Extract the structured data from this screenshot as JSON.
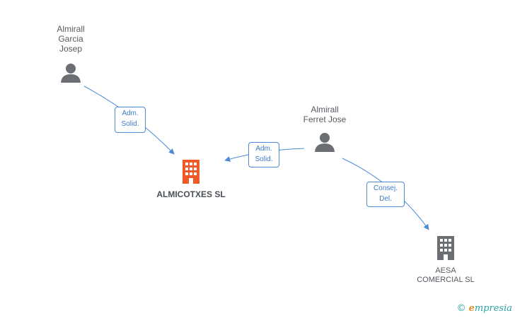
{
  "people": [
    {
      "id": "almirall-garcia",
      "label_lines": [
        "Almirall",
        "Garcia",
        "Josep"
      ]
    },
    {
      "id": "almirall-ferret",
      "label_lines": [
        "Almirall",
        "Ferret Jose"
      ]
    }
  ],
  "companies": [
    {
      "id": "almicotxes",
      "label_lines": [
        "ALMICOTXES SL"
      ],
      "color": "#f05a28",
      "highlight": true
    },
    {
      "id": "aesa",
      "label_lines": [
        "AESA",
        "COMERCIAL SL"
      ],
      "color": "#6b6f74",
      "highlight": false
    }
  ],
  "relations": [
    {
      "from": "almirall-garcia",
      "to": "almicotxes",
      "label_lines": [
        "Adm.",
        "Solid."
      ]
    },
    {
      "from": "almirall-ferret",
      "to": "almicotxes",
      "label_lines": [
        "Adm.",
        "Solid."
      ]
    },
    {
      "from": "almirall-ferret",
      "to": "aesa",
      "label_lines": [
        "Consej.",
        "Del."
      ]
    }
  ],
  "colors": {
    "edge": "#4a8ad4",
    "person_icon": "#6b6f74"
  },
  "brand": {
    "copyright": "©",
    "e": "e",
    "rest": "mpresia"
  }
}
